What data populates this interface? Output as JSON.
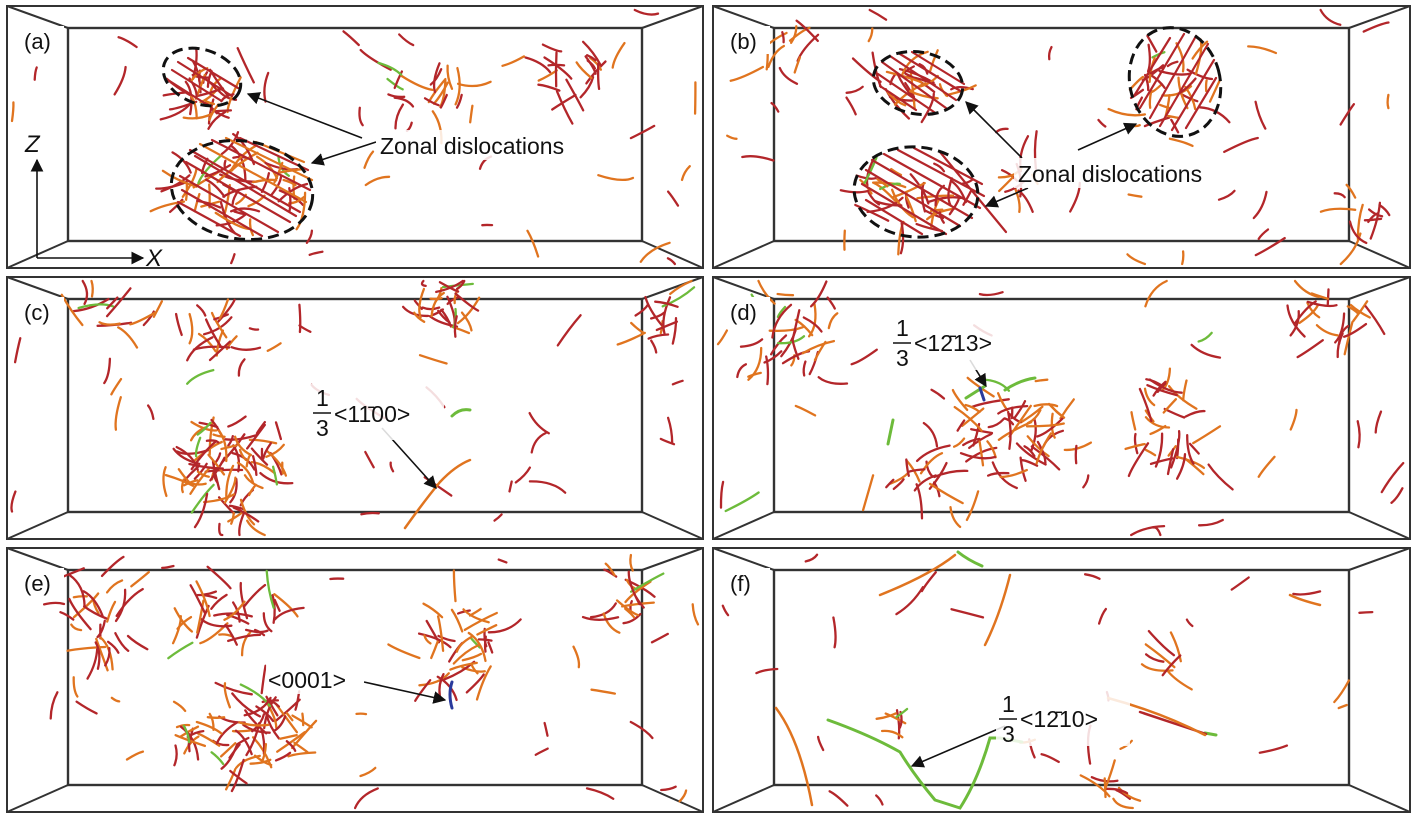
{
  "figure": {
    "panels": [
      {
        "id": "a",
        "label": "(a)",
        "seed": 11,
        "clusters": [
          [
            210,
            95,
            32,
            26,
            30
          ],
          [
            240,
            190,
            60,
            38,
            48
          ],
          [
            430,
            90,
            40,
            24,
            18
          ],
          [
            580,
            80,
            45,
            25,
            18
          ]
        ],
        "scatter": 38
      },
      {
        "id": "b",
        "label": "(b)",
        "seed": 23,
        "clusters": [
          [
            915,
            85,
            38,
            25,
            24
          ],
          [
            915,
            195,
            55,
            36,
            36
          ],
          [
            1175,
            90,
            38,
            45,
            30
          ],
          [
            1015,
            175,
            25,
            18,
            10
          ],
          [
            1360,
            210,
            20,
            25,
            10
          ],
          [
            780,
            60,
            18,
            30,
            10
          ]
        ],
        "scatter": 34
      },
      {
        "id": "c",
        "label": "(c)",
        "seed": 37,
        "clusters": [
          [
            230,
            470,
            55,
            45,
            70
          ],
          [
            440,
            305,
            30,
            25,
            26
          ],
          [
            210,
            330,
            30,
            25,
            16
          ],
          [
            660,
            320,
            18,
            35,
            14
          ],
          [
            100,
            315,
            25,
            20,
            10
          ]
        ],
        "scatter": 40
      },
      {
        "id": "d",
        "label": "(d)",
        "seed": 49,
        "clusters": [
          [
            1010,
            435,
            60,
            45,
            50
          ],
          [
            1165,
            430,
            30,
            45,
            30
          ],
          [
            790,
            330,
            45,
            35,
            24
          ],
          [
            1330,
            320,
            55,
            25,
            20
          ],
          [
            915,
            480,
            25,
            20,
            14
          ]
        ],
        "scatter": 38
      },
      {
        "id": "e",
        "label": "(e)",
        "seed": 61,
        "clusters": [
          [
            240,
            730,
            70,
            42,
            64
          ],
          [
            235,
            615,
            55,
            30,
            30
          ],
          [
            460,
            650,
            35,
            45,
            32
          ],
          [
            95,
            620,
            35,
            35,
            22
          ],
          [
            625,
            600,
            18,
            35,
            16
          ]
        ],
        "scatter": 36
      },
      {
        "id": "f",
        "label": "(f)",
        "seed": 83,
        "clusters": [
          [
            900,
            725,
            12,
            15,
            6
          ],
          [
            1115,
            790,
            15,
            12,
            8
          ],
          [
            1175,
            665,
            14,
            12,
            6
          ]
        ],
        "scatter": 26
      }
    ],
    "annotations": {
      "zonal_a": "Zonal dislocations",
      "zonal_b": "Zonal dislocations",
      "c_frac_num": "1",
      "c_frac_den": "3",
      "c_vector": "<11̄00>",
      "d_frac_num": "1",
      "d_frac_den": "3",
      "d_vector": "<12̄13>",
      "e_vector": "<0001>",
      "f_frac_num": "1",
      "f_frac_den": "3",
      "f_vector": "<12̄10>"
    },
    "axes": {
      "z_label": "Z",
      "x_label": "X"
    },
    "colors": {
      "red": "#b3262a",
      "orange": "#e0741f",
      "green": "#6dbb3b",
      "blue": "#2a3a9c",
      "box": "#333333",
      "ellipse": "#111111"
    }
  }
}
